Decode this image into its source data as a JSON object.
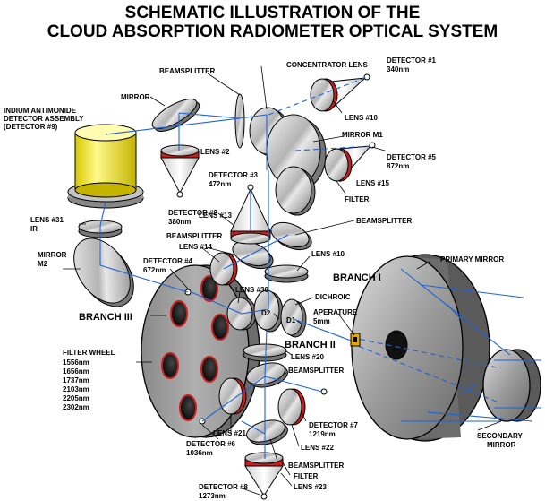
{
  "title": {
    "line1": "SCHEMATIC ILLUSTRATION OF THE",
    "line2": "CLOUD ABSORPTION RADIOMETER OPTICAL SYSTEM"
  },
  "labels": {
    "detector1": "DETECTOR #1",
    "detector1_nm": "340nm",
    "concentrator_lens": "CONCENTRATOR LENS",
    "beamsplitter_top": "BEAMSPLITTER",
    "mirror": "MIRROR",
    "indium_line1": "INDIUM ANTIMONIDE",
    "indium_line2": "DETECTOR ASSEMBLY",
    "indium_line3": "(DETECTOR #9)",
    "lens10_top": "LENS #10",
    "mirror_m1": "MIRROR M1",
    "lens2": "LENS #2",
    "detector5": "DETECTOR #5",
    "detector5_nm": "872nm",
    "detector3": "DETECTOR #3",
    "detector3_nm": "472nm",
    "lens15": "LENS #15",
    "filter_top": "FILTER",
    "detector2": "DETECTOR #2",
    "detector2_nm": "380nm",
    "lens13": "LENS #13",
    "beamsplitter_mid": "BEAMSPLITTER",
    "lens31": "LENS #31",
    "lens31_sub": "IR",
    "beamsplitter_left": "BEAMSPLITTER",
    "lens14": "LENS #14",
    "lens10_mid": "LENS #10",
    "mirror_m2_line1": "MIRROR",
    "mirror_m2_line2": "M2",
    "detector4": "DETECTOR #4",
    "detector4_nm": "672nm",
    "branch1": "BRANCH I",
    "primary_mirror": "PRIMARY MIRROR",
    "lens30": "LENS #30",
    "dichroic": "DICHROIC",
    "branch3": "BRANCH III",
    "d2": "D2",
    "d1": "D1",
    "aperature": "APERATURE",
    "aperature_size": "5mm",
    "branch2": "BRANCH II",
    "filter_wheel": "FILTER WHEEL",
    "filter_wheel_nm": [
      "1556nm",
      "1656nm",
      "1737nm",
      "2103nm",
      "2205nm",
      "2302nm"
    ],
    "lens20": "LENS #20",
    "beamsplitter_low": "BEAMSPLITTER",
    "detector7": "DETECTOR #7",
    "detector7_nm": "1219nm",
    "lens21": "LENS #21",
    "lens22": "LENS #22",
    "detector6": "DETECTOR #6",
    "detector6_nm": "1036nm",
    "secondary_line1": "SECONDARY",
    "secondary_line2": "MIRROR",
    "beamsplitter_bottom": "BEAMSPLITTER",
    "filter_bottom": "FILTER",
    "lens23": "LENS #23",
    "detector8": "DETECTOR #8",
    "detector8_nm": "1273nm"
  },
  "colors": {
    "beam": "#1e63d6",
    "lens_ring": "#c81e1e",
    "detector_body": "#f6ee3a",
    "metal": "#9a9a9a"
  }
}
